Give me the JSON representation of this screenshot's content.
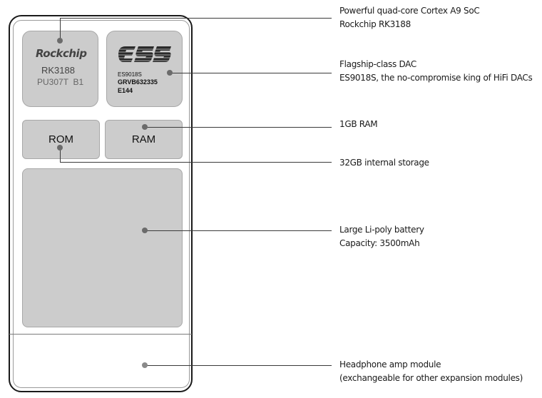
{
  "diagram": {
    "title": "",
    "components": {
      "soc": {
        "logo": "Rockchip",
        "model": "RK3188",
        "marking": "PU307T  B1"
      },
      "dac": {
        "logo": "ESS",
        "line1": "ES9018S",
        "line2": "GRVB632335",
        "line3": "E144"
      },
      "rom": {
        "label": "ROM"
      },
      "ram": {
        "label": "RAM"
      },
      "battery": {
        "label": ""
      },
      "amp_module": {
        "label": ""
      }
    },
    "callouts": [
      {
        "line1": "Powerful quad-core Cortex A9 SoC",
        "line2": "Rockchip RK3188"
      },
      {
        "line1": "Flagship-class DAC",
        "line2": "ES9018S, the no-compromise king of HiFi DACs"
      },
      {
        "line1": "1GB RAM"
      },
      {
        "line1": "32GB internal storage"
      },
      {
        "line1": "Large Li-poly battery",
        "line2": "Capacity: 3500mAh"
      },
      {
        "line1": "Headphone amp module",
        "line2": "(exchangeable for other expansion modules)"
      }
    ],
    "colors": {
      "chip_fill": "#cccccc",
      "frame": "#1a1a1a",
      "connector": "#3a3a3a",
      "dot": "#6b6b6b"
    }
  }
}
